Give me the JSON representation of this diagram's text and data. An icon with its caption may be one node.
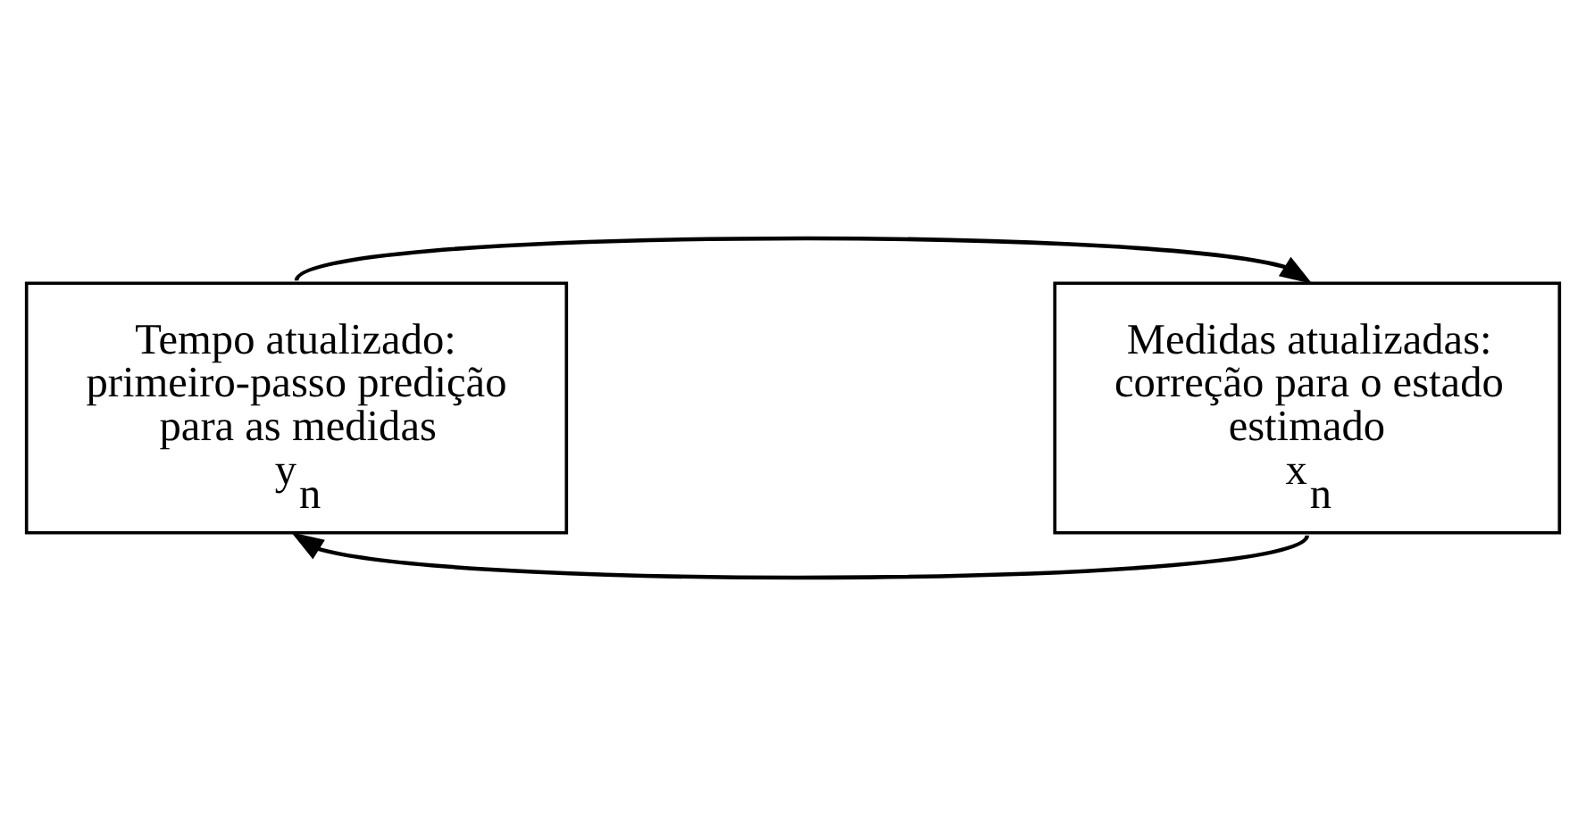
{
  "diagram": {
    "nodes": [
      {
        "text": [
          "Tempo atualizado: primeiro-passo predição para as medidas",
          "y$_{n}$"
        ]
      },
      {
        "text": [
          "Medidas atualizadas: correção para o estado estimado",
          "x$_{n}$"
        ]
      }
    ],
    "edges": [
      {
        "from": 0,
        "to": 1,
        "arrow": "to"
      },
      {
        "from": 1,
        "to": 0,
        "arrow": "to"
      }
    ]
  }
}
